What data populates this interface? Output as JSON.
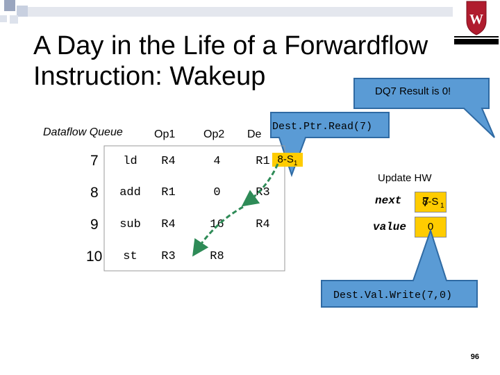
{
  "slide": {
    "title_line1": "A Day in the Life of a Forwardflow",
    "title_line2": "Instruction: Wakeup",
    "page_number": "96"
  },
  "table": {
    "caption": "Dataflow Queue",
    "headers": [
      "Op1",
      "Op2",
      "Dest"
    ],
    "dest_header_visible": "De",
    "rows": [
      {
        "num": "7",
        "op": "ld",
        "op1": "R4",
        "op2": "4",
        "dest": "R1"
      },
      {
        "num": "8",
        "op": "add",
        "op1": "R1",
        "op2": "0",
        "dest": "R3"
      },
      {
        "num": "9",
        "op": "sub",
        "op1": "R4",
        "op2": "16",
        "dest": "R4"
      },
      {
        "num": "10",
        "op": "st",
        "op1": "R3",
        "op2": "R8",
        "dest": ""
      }
    ],
    "dest_tag": "8-S",
    "dest_tag_sub": "1"
  },
  "callouts": {
    "dq7_result": "DQ7 Result is 0!",
    "dest_ptr_read": "Dest.Ptr.Read(7)",
    "dest_val_write": "Dest.Val.Write(7,0)"
  },
  "update_hw": {
    "label": "Update HW",
    "next_label": "next",
    "next_value": "8-S",
    "next_sub": "1",
    "next_overwritten": "7",
    "value_label": "value",
    "value_value": "0"
  },
  "colors": {
    "callout_fill": "#5a9bd5",
    "callout_border": "#2f6aa3",
    "tag_fill": "#ffcc00",
    "arrow": "#2e8b57",
    "header_squares": "#c8d0e0"
  }
}
